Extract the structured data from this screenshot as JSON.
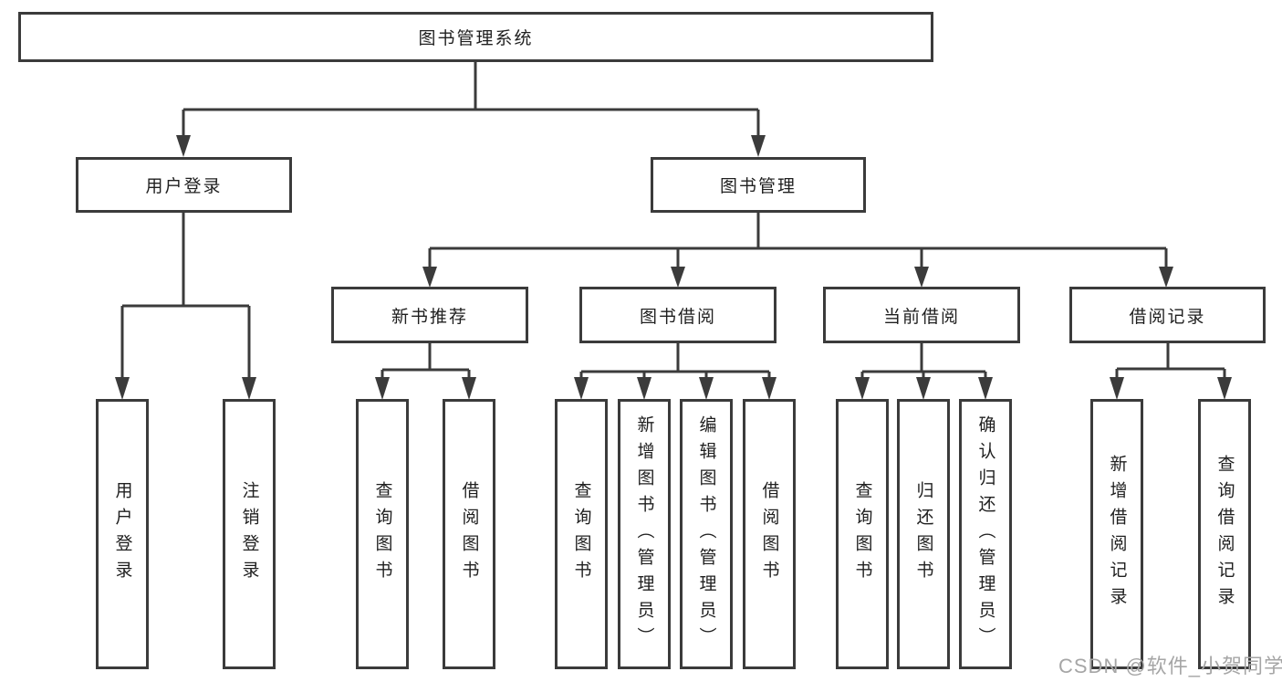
{
  "tree": {
    "label": "图书管理系统",
    "children": [
      {
        "label": "用户登录",
        "children": [
          {
            "label": "用户登录"
          },
          {
            "label": "注销登录"
          }
        ]
      },
      {
        "label": "图书管理",
        "children": [
          {
            "label": "新书推荐",
            "children": [
              {
                "label": "查询图书"
              },
              {
                "label": "借阅图书"
              }
            ]
          },
          {
            "label": "图书借阅",
            "children": [
              {
                "label": "查询图书"
              },
              {
                "label": "新增图书（管理员）"
              },
              {
                "label": "编辑图书（管理员）"
              },
              {
                "label": "借阅图书"
              }
            ]
          },
          {
            "label": "当前借阅",
            "children": [
              {
                "label": "查询图书"
              },
              {
                "label": "归还图书"
              },
              {
                "label": "确认归还（管理员）"
              }
            ]
          },
          {
            "label": "借阅记录",
            "children": [
              {
                "label": "新增借阅记录"
              },
              {
                "label": "查询借阅记录"
              }
            ]
          }
        ]
      }
    ]
  },
  "watermark": {
    "text": "CSDN @软件_小贺同学"
  },
  "colors": {
    "line": "#3b3b3b",
    "box_border": "#3b3b3b",
    "box_fill": "#ffffff",
    "text": "#1f1f1f",
    "watermark": "#a6a6a6",
    "background": "#ffffff"
  }
}
